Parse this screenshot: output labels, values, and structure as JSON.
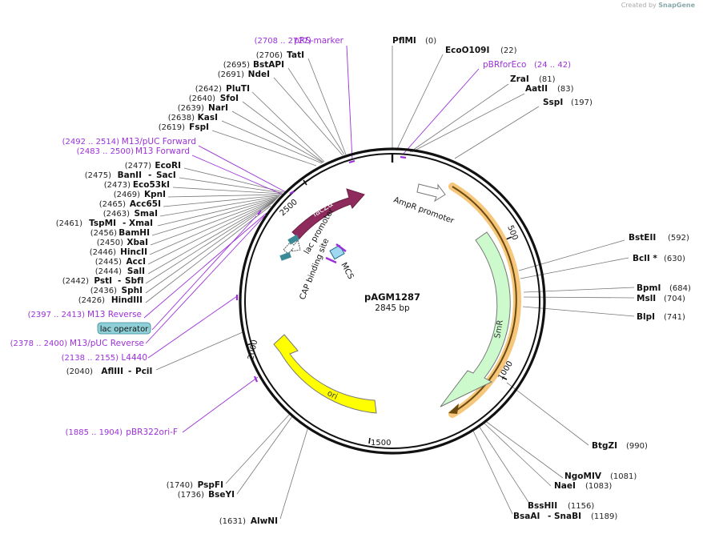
{
  "credit": {
    "prefix": "Created by",
    "brand": "SnapGene"
  },
  "plasmid": {
    "name": "pAGM1287",
    "length": "2845 bp"
  },
  "ticks": [
    "500",
    "1000",
    "1500",
    "2000",
    "2500"
  ],
  "features": {
    "ampr_promoter": "AmpR promoter",
    "smr": "SmR",
    "ori": "ori",
    "lacza": "lacZα",
    "lac_promoter": "lac promoter",
    "cap_site": "CAP binding site",
    "mcs": "MCS"
  },
  "enzymes_right": [
    {
      "name": "PflMI",
      "pos": "(0)"
    },
    {
      "name": "EcoO109I",
      "pos": "(22)"
    },
    {
      "name": "ZraI",
      "pos": "(81)"
    },
    {
      "name": "AatII",
      "pos": "(83)"
    },
    {
      "name": "SspI",
      "pos": "(197)"
    },
    {
      "name": "BstEII",
      "pos": "(592)"
    },
    {
      "name": "BclI *",
      "pos": "(630)"
    },
    {
      "name": "BpmI",
      "pos": "(684)"
    },
    {
      "name": "MslI",
      "pos": "(704)"
    },
    {
      "name": "BlpI",
      "pos": "(741)"
    },
    {
      "name": "BtgZI",
      "pos": "(990)"
    },
    {
      "name": "NgoMIV",
      "pos": "(1081)"
    },
    {
      "name": "NaeI",
      "pos": "(1083)"
    },
    {
      "name": "BssHII",
      "pos": "(1156)"
    },
    {
      "name": "BsaAI",
      "name2": "SnaBI",
      "pos": "(1189)"
    }
  ],
  "enzymes_left": [
    {
      "name": "TatI",
      "pos": "(2706)"
    },
    {
      "name": "BstAPI",
      "pos": "(2695)"
    },
    {
      "name": "NdeI",
      "pos": "(2691)"
    },
    {
      "name": "PluTI",
      "pos": "(2642)"
    },
    {
      "name": "SfoI",
      "pos": "(2640)"
    },
    {
      "name": "NarI",
      "pos": "(2639)"
    },
    {
      "name": "KasI",
      "pos": "(2638)"
    },
    {
      "name": "FspI",
      "pos": "(2619)"
    },
    {
      "name": "EcoRI",
      "pos": "(2477)"
    },
    {
      "name": "BanII",
      "name2": "SacI",
      "pos": "(2475)"
    },
    {
      "name": "Eco53kI",
      "pos": "(2473)"
    },
    {
      "name": "KpnI",
      "pos": "(2469)"
    },
    {
      "name": "Acc65I",
      "pos": "(2465)"
    },
    {
      "name": "SmaI",
      "pos": "(2463)"
    },
    {
      "name": "TspMI",
      "name2": "XmaI",
      "pos": "(2461)"
    },
    {
      "name": "BamHI",
      "pos": "(2456)"
    },
    {
      "name": "XbaI",
      "pos": "(2450)"
    },
    {
      "name": "HincII",
      "pos": "(2446)"
    },
    {
      "name": "AccI",
      "pos": "(2445)"
    },
    {
      "name": "SalI",
      "pos": "(2444)"
    },
    {
      "name": "PstI",
      "name2": "SbfI",
      "pos": "(2442)"
    },
    {
      "name": "SphI",
      "pos": "(2436)"
    },
    {
      "name": "HindIII",
      "pos": "(2426)"
    },
    {
      "name": "AflIII",
      "name2": "PciI",
      "pos": "(2040)"
    },
    {
      "name": "PspFI",
      "pos": "(1740)"
    },
    {
      "name": "BseYI",
      "pos": "(1736)"
    },
    {
      "name": "AlwNI",
      "pos": "(1631)"
    }
  ],
  "primers": [
    {
      "name": "pRS-marker",
      "pos": "(2708 .. 2727)"
    },
    {
      "name": "pBRforEco",
      "pos": "(24 .. 42)"
    },
    {
      "name": "M13/pUC Forward",
      "pos": "(2492 .. 2514)"
    },
    {
      "name": "M13 Forward",
      "pos": "(2483 .. 2500)"
    },
    {
      "name": "M13 Reverse",
      "pos": "(2397 .. 2413)"
    },
    {
      "name": "M13/pUC Reverse",
      "pos": "(2378 .. 2400)"
    },
    {
      "name": "L4440",
      "pos": "(2138 .. 2155)"
    },
    {
      "name": "pBR322ori-F",
      "pos": "(1885 .. 1904)"
    }
  ],
  "lac_operator": "lac operator",
  "colors": {
    "backbone": "#111111",
    "primer": "#9b30d9",
    "lacza": "#8e2b5c",
    "smr": "#ccfacc",
    "ori": "#ffff00",
    "ampr_highlight": "#f6c67a",
    "lac_promoter": "#3d8a97",
    "mcs": "#9fd8f0",
    "lac_operator_bg": "#8fd0d8"
  }
}
